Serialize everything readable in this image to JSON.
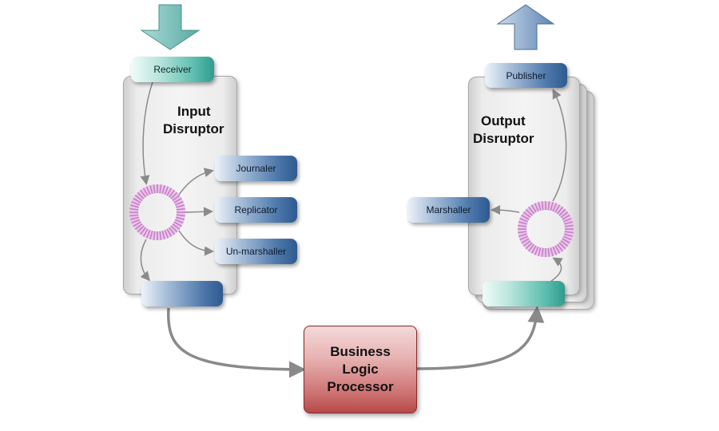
{
  "input": {
    "receiver_label": "Receiver",
    "title_line1": "Input",
    "title_line2": "Disruptor",
    "journaler_label": "Journaler",
    "replicator_label": "Replicator",
    "unmarshaller_label": "Un-marshaller"
  },
  "output": {
    "publisher_label": "Publisher",
    "title_line1": "Output",
    "title_line2": "Disruptor",
    "marshaller_label": "Marshaller"
  },
  "processor": {
    "line1": "Business",
    "line2": "Logic",
    "line3": "Processor"
  },
  "colors": {
    "ring": "#c77ec7",
    "arrow": "#8a8a8a",
    "big_arrow_teal": "#7cc0bc",
    "big_arrow_blue": "#7fa3c7"
  },
  "icons": {
    "in_arrow": "down-arrow-icon",
    "out_arrow": "up-arrow-icon",
    "ring": "ring-buffer-icon"
  }
}
